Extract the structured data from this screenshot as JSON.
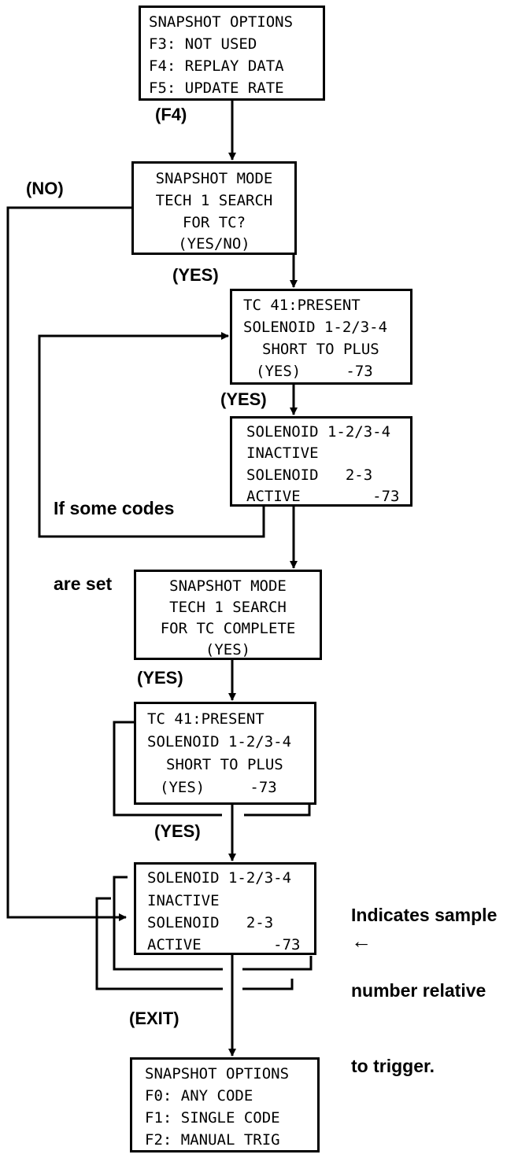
{
  "boxes": {
    "box1": [
      "SNAPSHOT OPTIONS",
      "F3: NOT USED",
      "F4: REPLAY DATA",
      "F5: UPDATE RATE"
    ],
    "box2": [
      "SNAPSHOT MODE",
      "TECH 1 SEARCH",
      "FOR TC?",
      "(YES/NO)"
    ],
    "box3": [
      "TC 41:PRESENT",
      "SOLENOID 1-2/3-4",
      "SHORT TO PLUS",
      "(YES)     -73"
    ],
    "box4": [
      "SOLENOID 1-2/3-4",
      "INACTIVE",
      "SOLENOID   2-3",
      "ACTIVE        -73"
    ],
    "box5": [
      "SNAPSHOT MODE",
      "TECH 1 SEARCH",
      "FOR TC COMPLETE",
      "(YES)"
    ],
    "box6": [
      "TC 41:PRESENT",
      "SOLENOID 1-2/3-4",
      "SHORT TO PLUS",
      "(YES)     -73"
    ],
    "box7": [
      "SOLENOID 1-2/3-4",
      "INACTIVE",
      "SOLENOID   2-3",
      "ACTIVE        -73"
    ],
    "box8": [
      "SNAPSHOT OPTIONS",
      "F0: ANY CODE",
      "F1: SINGLE CODE",
      "F2: MANUAL TRIG"
    ]
  },
  "labels": {
    "f4": "(F4)",
    "no": "(NO)",
    "yes1": "(YES)",
    "yes2": "(YES)",
    "yes3": "(YES)",
    "yes4": "(YES)",
    "exit": "(EXIT)",
    "codes_note": [
      "If some codes",
      "are set"
    ],
    "sample_note": [
      "Indicates sample",
      "number relative",
      "to trigger."
    ],
    "sample_arrow": "←"
  }
}
